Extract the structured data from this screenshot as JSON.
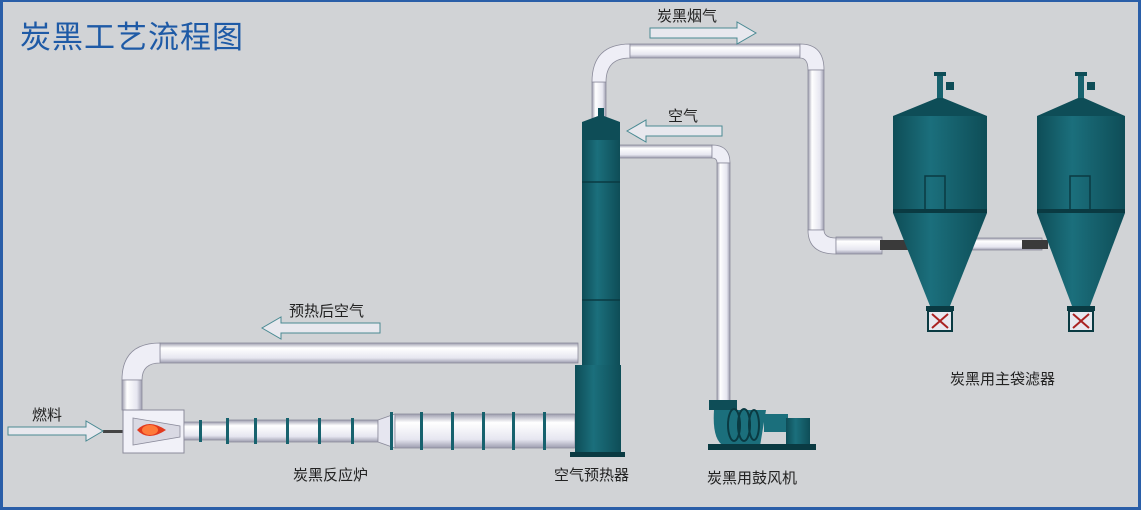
{
  "title": "炭黑工艺流程图",
  "colors": {
    "title": "#1e5aa6",
    "border": "#2a5ea8",
    "background": "#d1d3d6",
    "equipment": "#17626e",
    "pipe": "#f1f1f8",
    "pipe_edge": "#8b8b9b",
    "flame": "#e23a1e",
    "arrow": "#4a8a93"
  },
  "labels": {
    "fuel": "燃料",
    "reactor": "炭黑反应炉",
    "preheated_air": "预热后空气",
    "air_preheater": "空气预热器",
    "air": "空气",
    "blower": "炭黑用鼓风机",
    "smoke": "炭黑烟气",
    "bag_filter": "炭黑用主袋滤器"
  }
}
